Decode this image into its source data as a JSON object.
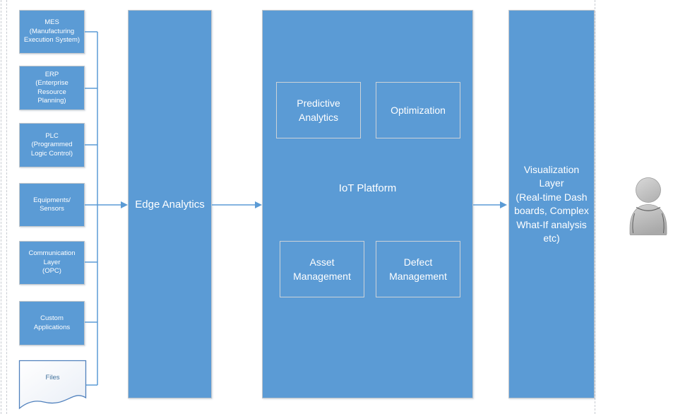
{
  "colors": {
    "shape_fill": "#5b9bd5",
    "shape_border": "#c3c7cb",
    "module_border": "#ccd2d8",
    "connector": "#5b9bd5",
    "files_border": "#5081bd",
    "files_text": "#41719c",
    "person_gray": "#c6c6c6",
    "text_white": "#ffffff"
  },
  "sources": {
    "items": [
      {
        "id": "mes",
        "lines": [
          "MES",
          "(Manufacturing",
          "Execution System)"
        ]
      },
      {
        "id": "erp",
        "lines": [
          "ERP",
          "(Enterprise",
          "Resource",
          "Planning)"
        ]
      },
      {
        "id": "plc",
        "lines": [
          "PLC",
          "(Programmed",
          "Logic Control)"
        ]
      },
      {
        "id": "equipments",
        "lines": [
          "Equipments/",
          "Sensors"
        ]
      },
      {
        "id": "communication",
        "lines": [
          "Communication",
          "Layer",
          "(OPC)"
        ]
      },
      {
        "id": "custom",
        "lines": [
          "Custom",
          "Applications"
        ]
      }
    ]
  },
  "files": {
    "label": "Files"
  },
  "edge": {
    "label": "Edge Analytics"
  },
  "iot": {
    "label": "IoT Platform",
    "modules": [
      {
        "id": "predictive",
        "lines": [
          "Predictive",
          "Analytics"
        ]
      },
      {
        "id": "optimization",
        "lines": [
          "Optimization"
        ]
      },
      {
        "id": "asset",
        "lines": [
          "Asset",
          "Management"
        ]
      },
      {
        "id": "defect",
        "lines": [
          "Defect",
          "Management"
        ]
      }
    ]
  },
  "viz": {
    "lines": [
      "Visualization",
      "Layer",
      "(Real-time Dash",
      "boards, Complex",
      "What-If analysis",
      "etc)"
    ]
  },
  "icons": {
    "user": "user-silhouette"
  }
}
